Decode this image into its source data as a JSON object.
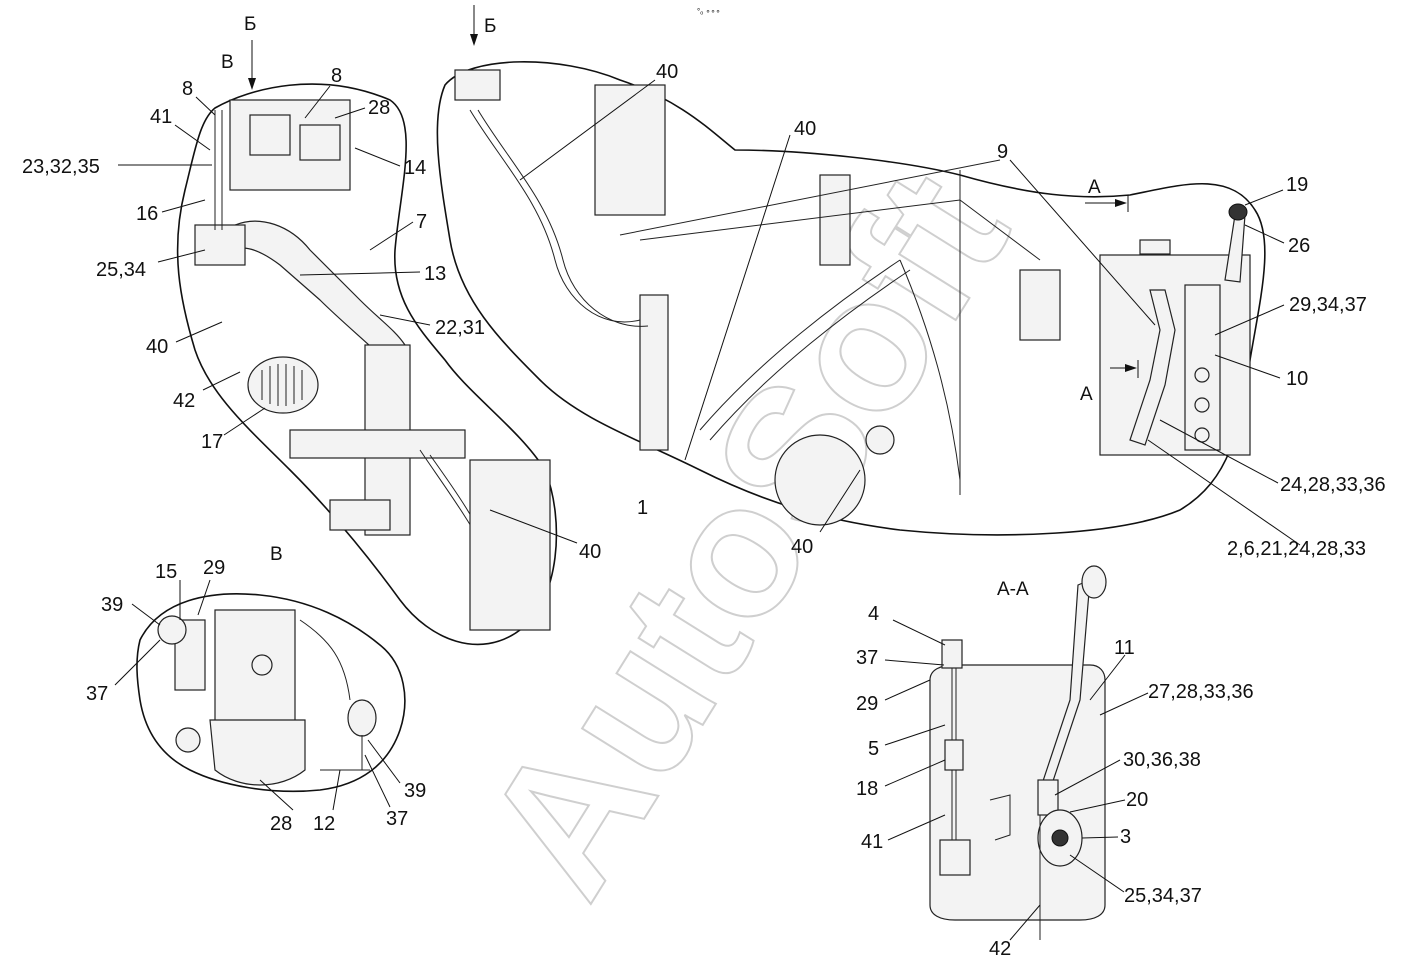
{
  "watermark": "AutoSoft",
  "stamp": "°ₒ ∘∘∘",
  "section_marks": {
    "b_top_left": "Б",
    "v_top_left": "В",
    "b_top_mid": "Б",
    "a_right_upper": "А",
    "a_right_lower": "А",
    "v_detail_title": "В",
    "aa_detail_title": "А-А"
  },
  "callouts": {
    "c8a": "8",
    "c8b": "8",
    "c41a": "41",
    "c28a": "28",
    "c23_32_35": "23,32,35",
    "c14": "14",
    "c16": "16",
    "c7": "7",
    "c25_34a": "25,34",
    "c13": "13",
    "c22_31": "22,31",
    "c40a": "40",
    "c42a": "42",
    "c17": "17",
    "c40b": "40",
    "c40c": "40",
    "c40d": "40",
    "c40e": "40",
    "c1": "1",
    "c9": "9",
    "c19": "19",
    "c26": "26",
    "c29_34_37": "29,34,37",
    "c10": "10",
    "c24_28_33_36": "24,28,33,36",
    "c2_6_21_24_28_33": "2,6,21,24,28,33",
    "c15": "15",
    "c29a": "29",
    "c39a": "39",
    "c37a": "37",
    "c28b": "28",
    "c12": "12",
    "c37b": "37",
    "c39b": "39",
    "c4": "4",
    "c37c": "37",
    "c29b": "29",
    "c5": "5",
    "c18": "18",
    "c41b": "41",
    "c11": "11",
    "c27_28_33_36": "27,28,33,36",
    "c30_36_38": "30,36,38",
    "c20": "20",
    "c3": "3",
    "c25_34_37": "25,34,37",
    "c42b": "42"
  }
}
